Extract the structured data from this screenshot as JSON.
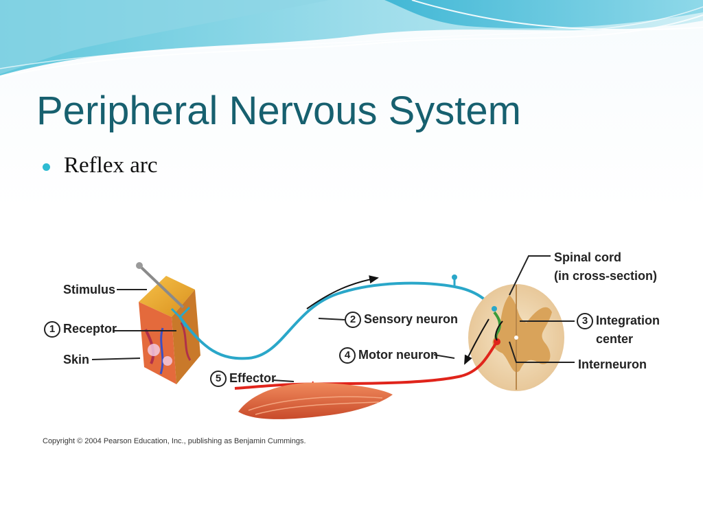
{
  "slide": {
    "title": "Peripheral Nervous System",
    "bullets": [
      "Reflex arc"
    ]
  },
  "colors": {
    "title": "#17606f",
    "bullet": "#2ebbd2",
    "sensory_neuron": "#2aa7c9",
    "motor_neuron": "#e0241b",
    "integration_center": "#3a9b3a"
  },
  "figure": {
    "labels": {
      "stimulus": "Stimulus",
      "receptor": "Receptor",
      "skin": "Skin",
      "sensory_neuron": "Sensory neuron",
      "motor_neuron": "Motor neuron",
      "effector": "Effector",
      "spinal_cord_line1": "Spinal cord",
      "spinal_cord_line2": "(in cross-section)",
      "integration_line1": "Integration",
      "integration_line2": "center",
      "interneuron": "Interneuron"
    },
    "numbers": {
      "receptor": "1",
      "sensory_neuron": "2",
      "integration": "3",
      "motor_neuron": "4",
      "effector": "5"
    },
    "copyright": "Copyright © 2004 Pearson Education, Inc., publishing as Benjamin Cummings."
  }
}
